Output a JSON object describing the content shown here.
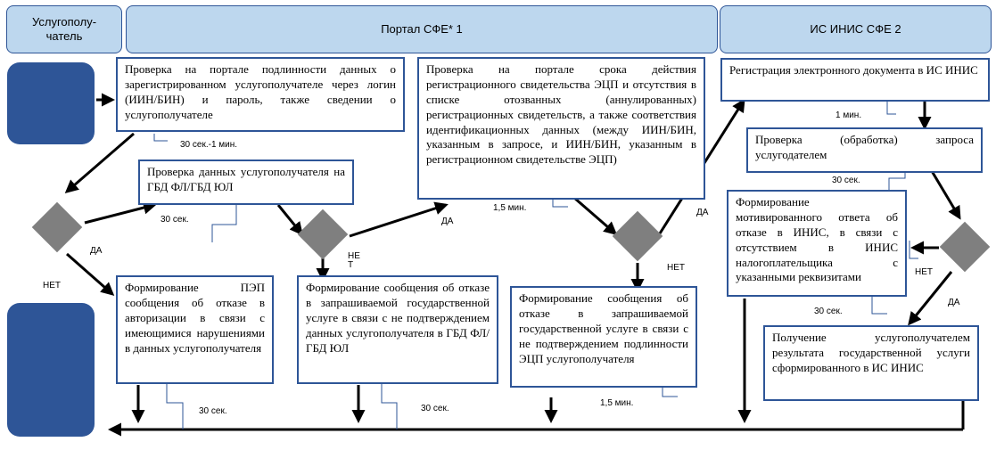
{
  "lanes": {
    "recipient": "Услугополу-\nчатель",
    "portal": "Портал СФЕ* 1",
    "inis": "ИС ИНИС СФЕ 2"
  },
  "boxes": {
    "b1": "Проверка на портале  подлинности данных о зарегистрированном услугополучателе через логин (ИИН/БИН) и пароль, также сведении о услугополучателе",
    "b2": "Проверка данных услугополучателя на ГБД ФЛ/ГБД ЮЛ",
    "b3": "Проверка на портале срока действия регистрационного свидетельства ЭЦП и отсутствия в списке отозванных (аннулированных) регистрационных свидетельств, а также соответствия идентификационных данных (между ИИН/БИН, указанным в запросе, и ИИН/БИН, указанным в регистрационном свидетельстве ЭЦП)",
    "b4": "Регистрация электронного документа в ИС ИНИС",
    "b5": "Проверка (обработка) запроса услугодателем",
    "b6": "Формирование мотивированного ответа об отказе в ИНИС, в связи с отсутствием в ИНИС налогоплательщика с указанными реквизитами",
    "b7": "Формирование ПЭП сообщения об отказе в авторизации в связи с имеющимися нарушениями в данных услугополучателя",
    "b8": "Формирование сообщения об отказе в запрашиваемой государственной услуге в связи с не подтверждением данных услугополучателя в ГБД ФЛ/ГБД ЮЛ",
    "b9": "Формирование сообщения об отказе в запрашиваемой государственной услуге в связи с не подтверждением подлинности ЭЦП услугополучателя",
    "b10": "Получение услугополучателем результата государственной услуги сформированного в ИС ИНИС"
  },
  "labels": {
    "t1": "30 сек.-1 мин.",
    "t2": "30 сек.",
    "t3": "1,5 мин.",
    "t4": "1 мин.",
    "t5": "30 сек.",
    "t6": "30 сек.",
    "t7": "30 сек.",
    "t8": "30 сек.",
    "t9": "1,5 мин.",
    "yes1": "ДА",
    "yes2": "ДА",
    "yes3": "ДА",
    "yes4": "ДА",
    "no1": "НЕТ",
    "no2": "НЕ Т",
    "no3": "НЕТ",
    "no4": "НЕТ"
  },
  "colors": {
    "lane_fill": "#bdd7ee",
    "lane_border": "#2e5597",
    "actor": "#2e5597",
    "diamond": "#7f7f7f"
  }
}
